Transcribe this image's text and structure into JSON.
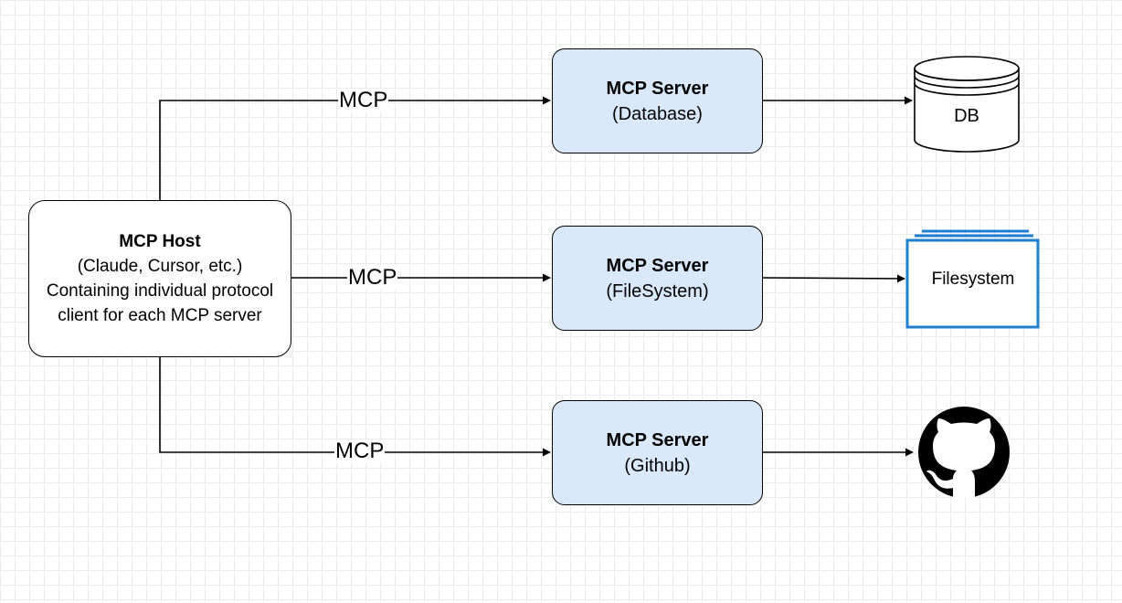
{
  "host": {
    "title": "MCP Host",
    "subtitle": "(Claude, Cursor, etc.)",
    "description_line1": "Containing individual protocol",
    "description_line2": "client for each MCP server"
  },
  "servers": [
    {
      "title": "MCP Server",
      "subtitle": "(Database)"
    },
    {
      "title": "MCP Server",
      "subtitle": "(FileSystem)"
    },
    {
      "title": "MCP Server",
      "subtitle": "(Github)"
    }
  ],
  "edges": [
    {
      "label": "MCP"
    },
    {
      "label": "MCP"
    },
    {
      "label": "MCP"
    }
  ],
  "resources": {
    "database": {
      "label": "DB",
      "icon": "database-cylinder-icon"
    },
    "filesystem": {
      "label": "Filesystem",
      "icon": "filesystem-stack-icon",
      "color": "#1e7fd1"
    },
    "github": {
      "icon": "github-icon"
    }
  },
  "colors": {
    "server_fill": "#dae8fc",
    "filesystem_accent": "#1e7fd1"
  }
}
